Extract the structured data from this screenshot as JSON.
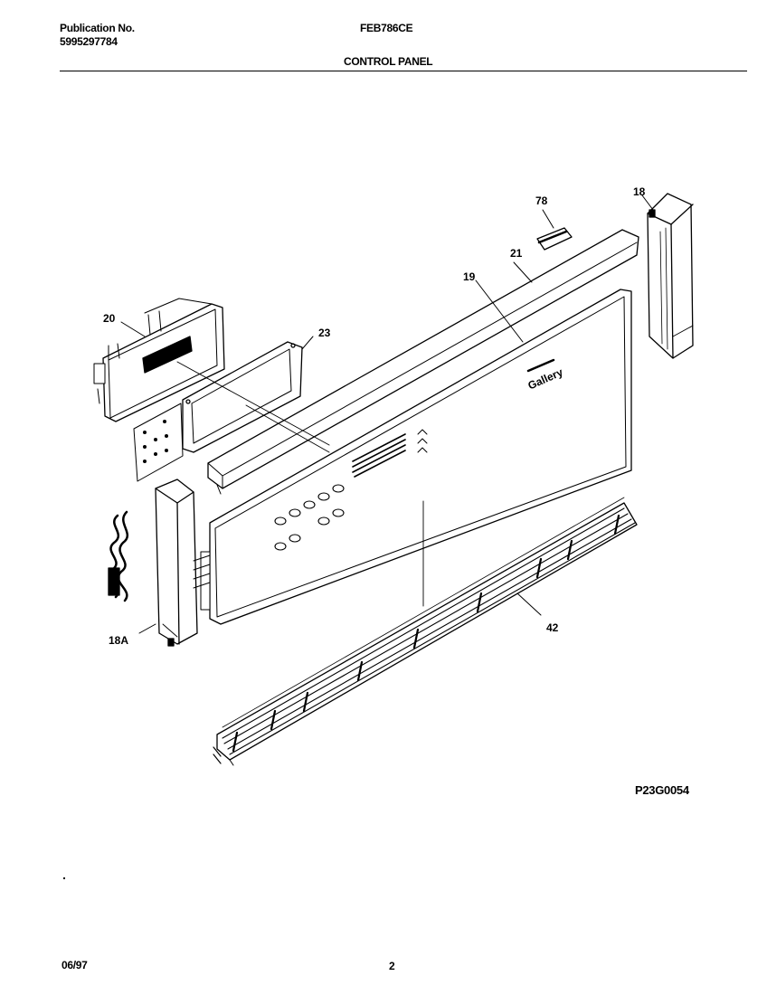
{
  "header": {
    "publication_label": "Publication No.",
    "publication_number": "5995297784",
    "model": "FEB786CE",
    "section_title": "CONTROL PANEL"
  },
  "callouts": {
    "c78": "78",
    "c18": "18",
    "c21": "21",
    "c19": "19",
    "c20": "20",
    "c23": "23",
    "c18a": "18A",
    "c42": "42"
  },
  "panel_logo": "Gallery",
  "figure_code": "P23G0054",
  "footer": {
    "date": "06/97",
    "page": "2"
  }
}
